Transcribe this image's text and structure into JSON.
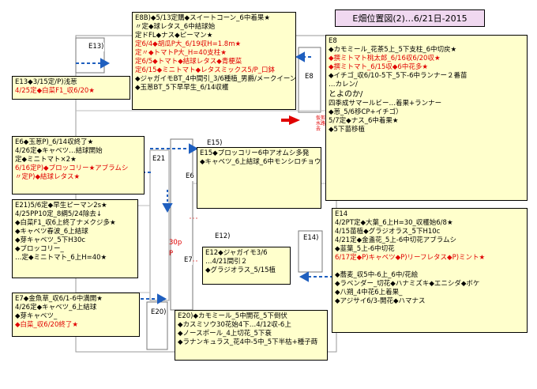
{
  "title": "E畑位置図(2)…6/21日-2015",
  "plots": {
    "e13": "E13)",
    "e8": "E8",
    "e15": "E15)",
    "e21": "E21",
    "e6": "E6",
    "e12": "E12)",
    "e14": "E14)",
    "e7": "E7",
    "e20": "E20)"
  },
  "labels": {
    "side_note": "仮剪定 水路除去",
    "fragment1": "30p",
    "fragment2": "P"
  },
  "notes": {
    "e8b": [
      "E8B)◆5/13定購◆スイートコーン_6中着果★",
      "〃定◆球レタス_6中結球始",
      "定ドFL◆ナス◆ピーマン★",
      "定6/4◆胡瓜P大_6/19収H=1.8m★",
      "定〃◆トマトP大_H=40支柱★",
      "定6/5◆トマト◆結球レタス◆青梗菜",
      "定6/15◆ミニトマト◆レタスミックス5/P_口鉢",
      "◆ジャガイモBT_4中間引_3/6種植_男爵/メークイーン_",
      "◆玉葱BT_5下早早生_6/14収穫"
    ],
    "e13": [
      "E13◆3/15定/P)浅葱",
      "4/25定◆白菜F1_収6/20★"
    ],
    "e8": [
      "E8",
      "◆カモミール_花茶5上_5下支柱_6中切戻★",
      "◆撰ミトマト桃太郎_6/16収6/20収★",
      "◆撰ミトマト_6/15収◆6中花多★",
      "◆イチゴ_収6/10-5下_5下-6中ランナー２番苗",
      "…カレン/",
      "とよのか/",
      "四季成サマールビー…着果+ランナー",
      "◆葱_5/6移CP+イチゴ）",
      "5/7定◆ナス_6中着果★",
      "◆5下苗移植"
    ],
    "e6": [
      "E6◆玉葱P)_6/14収終了★",
      "4/26定◆キャベツ…結球開始",
      "定◆ミニトマト×2★",
      "6/16定P)◆ブロッコリー★アブラムシ",
      "〃定P)◆結球レタス★"
    ],
    "e15": [
      "E15◆ブロッコリー6中アオムシ多発",
      "◆キャベツ_6上結球_6中モンシロチョウ★"
    ],
    "e21": [
      "E21)5/6定◆早生ピーマン2s★",
      "4/25PP10定_8綱5/24除去↓",
      "◆白菜F1_収6上終了ナメクジ多★",
      "◆キャベツ春波_6上結球",
      "◆芽キャベツ_5下H30c",
      "◆ブロッコリー_",
      "…定◆ミニトマト_6上H=40★"
    ],
    "e14": [
      "E14",
      "4/2PT定◆大葉_6上H=30_収穫始6/8★",
      "4/15苗植◆グラジオラス_5下H10c",
      "4/21定◆金盞花_5上-6中切花アブラムシ",
      "◆韮葉_5上-6中切花",
      "6/17定◆P)キャベツ◆P)リーフレタス◆P)ミント★",
      "",
      "◆蕎麦_収5中-6上_6中/花絵",
      "◆ラベンダー_切花◆ハナミズキ◆エニシダ◆ボケ",
      "◆八朔_4中花6上着果_",
      "◆アジサイ6/3-開花◆ハマナス"
    ],
    "e12": [
      "E12◆ジャガイモ3/6",
      "…4/21間引２",
      "◆グラジオラス_5/15植"
    ],
    "e7": [
      "E7◆金魚草_収6/1-6中満開★",
      "4/26定◆キャベツ_6上結球",
      "◆芽キャベツ_",
      "◆白菜_収6/20終了★"
    ],
    "e20": [
      "E20)◆カモミール_5中開花_5下倒伏",
      "◆カスミソウ30花始4下…4/12収-6上",
      "◆ノースポール_4上切花_5下衰",
      "◆ラナンキュラス_花4中-5中_5下半枯+種子蒔"
    ]
  }
}
